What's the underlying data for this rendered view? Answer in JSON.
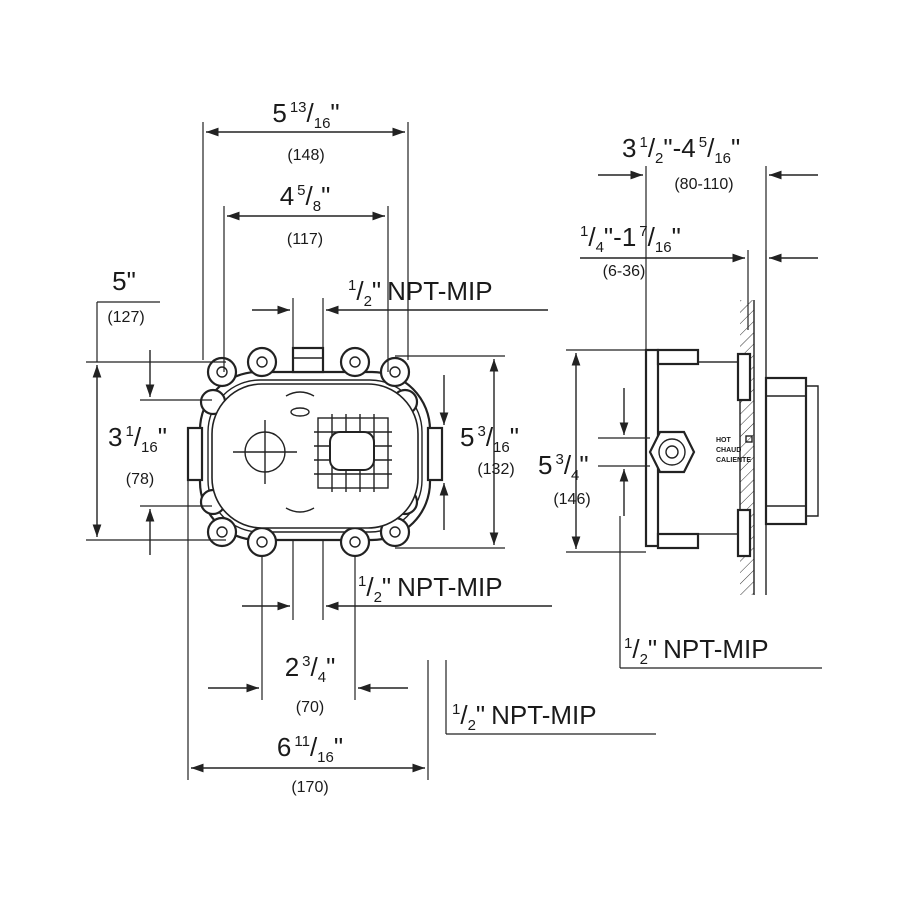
{
  "dimensions": {
    "top_overall": {
      "whole": "5",
      "num": "13",
      "den": "16",
      "unit": "\"",
      "mm": "(148)"
    },
    "top_inner": {
      "whole": "4",
      "num": "5",
      "den": "8",
      "unit": "\"",
      "mm": "(117)"
    },
    "left_outer": {
      "whole": "5",
      "unit": "\"",
      "mm": "(127)"
    },
    "left_inner": {
      "whole": "3",
      "num": "1",
      "den": "16",
      "unit": "\"",
      "mm": "(78)"
    },
    "right_height": {
      "whole": "5",
      "num": "3",
      "den": "16",
      "unit": "\"",
      "mm": "(132)"
    },
    "bottom_inner": {
      "whole": "2",
      "num": "3",
      "den": "4",
      "unit": "\"",
      "mm": "(70)"
    },
    "bottom_overall": {
      "whole": "6",
      "num": "11",
      "den": "16",
      "unit": "\"",
      "mm": "(170)"
    },
    "side_depth": {
      "whole_a": "3",
      "num_a": "1",
      "den_a": "2",
      "whole_b": "4",
      "num_b": "5",
      "den_b": "16",
      "unit": "\"",
      "mm": "(80-110)"
    },
    "side_wall": {
      "num_a": "1",
      "den_a": "4",
      "whole_b": "1",
      "num_b": "7",
      "den_b": "16",
      "unit": "\"",
      "mm": "(6-36)"
    },
    "side_height": {
      "whole": "5",
      "num": "3",
      "den": "4",
      "unit": "\"",
      "mm": "(146)"
    }
  },
  "connections": {
    "num": "1",
    "den": "2",
    "unit": "\"",
    "label": "NPT-MIP"
  },
  "side_label": [
    "HOT",
    "CHAUD",
    "CALIENTE"
  ]
}
